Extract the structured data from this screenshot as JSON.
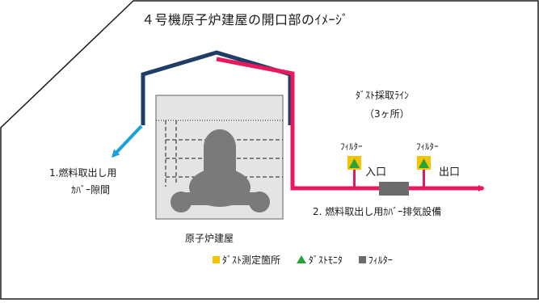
{
  "title": "４号機原子炉建屋の開口部のｲﾒｰｼﾞ",
  "dust_line": {
    "line1": "ﾀﾞｽﾄ採取ﾗｲﾝ",
    "line2": "（3ヶ所）"
  },
  "opening_1": {
    "line1": "1.燃料取出し用",
    "line2": "ｶﾊﾞｰ隙間"
  },
  "opening_2": "2. 燃料取出し用ｶﾊﾞｰ排気設備",
  "filter_label_left": "ﾌｨﾙﾀｰ",
  "filter_label_right": "ﾌｨﾙﾀｰ",
  "inlet_label": "入口",
  "outlet_label": "出口",
  "building_label": "原子炉建屋",
  "legend": {
    "dust_point": "ﾀﾞｽﾄ測定箇所",
    "dust_monitor": "ﾀﾞｽﾄﾓﾆﾀ",
    "filter": "ﾌｨﾙﾀｰ"
  },
  "colors": {
    "cover": "#1f3d66",
    "exhaust": "#e8185a",
    "leak_arrow": "#1aa0e0",
    "dust_point": "#f5c400",
    "dust_monitor": "#2aa33a",
    "filter": "#6b6b6b",
    "building": "#e4e4e4",
    "reactor": "#7a7a7a"
  }
}
